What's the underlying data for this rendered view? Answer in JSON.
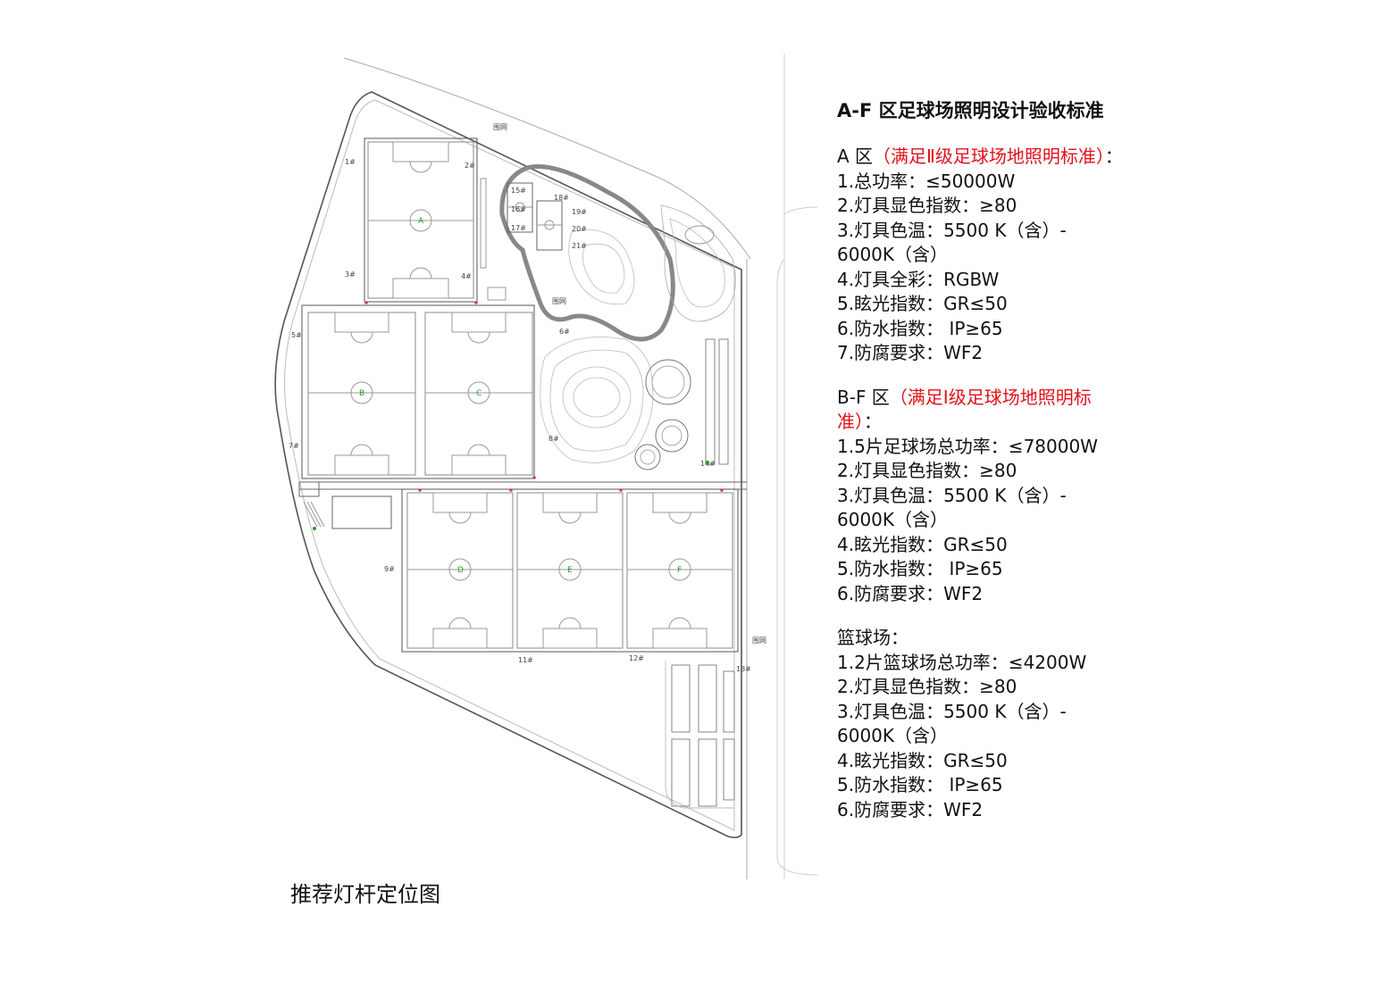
{
  "title": "A-F 区足球场照明设计验收标准",
  "caption": "推荐灯杆定位图",
  "colors": {
    "highlight": "#e0121a",
    "pole_marker": "#2a9a2a",
    "line": "#444444"
  },
  "map": {
    "fields": [
      "A",
      "B",
      "C",
      "D",
      "E",
      "F"
    ],
    "fence_labels": [
      "围网",
      "围网",
      "围网"
    ],
    "poles": [
      "1#",
      "2#",
      "3#",
      "4#",
      "5#",
      "6#",
      "7#",
      "8#",
      "9#",
      "11#",
      "12#",
      "13#",
      "14#",
      "15#",
      "16#",
      "17#",
      "18#",
      "19#",
      "20#",
      "21#"
    ]
  },
  "sections": [
    {
      "zone": "A 区",
      "note": "（满足Ⅱ级足球场地照明标准）",
      "suffix": "：",
      "items": [
        "1.总功率：≤50000W",
        "2.灯具显色指数：≥80",
        "3.灯具色温：5500 K（含）- 6000K（含）",
        "4.灯具全彩：RGBW",
        "5.眩光指数：GR≤50",
        "6.防水指数： IP≥65",
        "7.防腐要求：WF2"
      ]
    },
    {
      "zone": "B-F 区",
      "note": "（满足Ⅰ级足球场地照明标准）",
      "suffix": "：",
      "items": [
        "1.5片足球场总功率：≤78000W",
        "2.灯具显色指数：≥80",
        "3.灯具色温：5500 K（含）- 6000K（含）",
        "4.眩光指数：GR≤50",
        "5.防水指数： IP≥65",
        "6.防腐要求：WF2"
      ]
    },
    {
      "zone": "篮球场",
      "note": "",
      "suffix": "：",
      "items": [
        "1.2片篮球场总功率：≤4200W",
        "2.灯具显色指数：≥80",
        "3.灯具色温：5500 K（含）- 6000K（含）",
        "4.眩光指数：GR≤50",
        "5.防水指数： IP≥65",
        "6.防腐要求：WF2"
      ]
    }
  ]
}
